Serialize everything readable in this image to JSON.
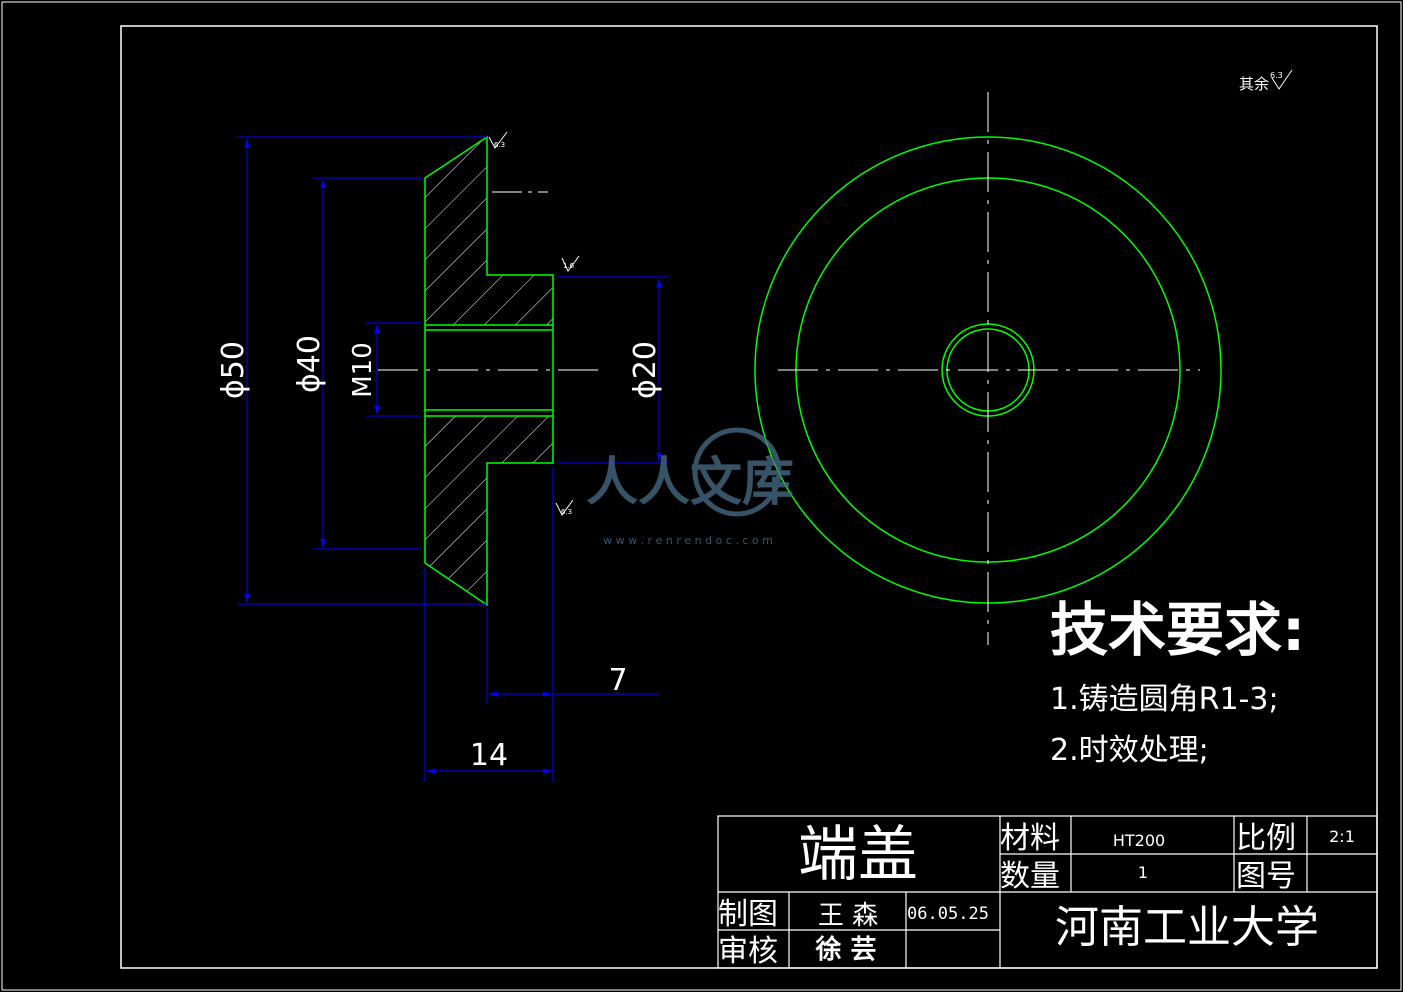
{
  "roughness_note": "其余",
  "roughness_note_value": "6.3",
  "roughness_marks": {
    "top_chamfer": "6.3",
    "shoulder": "1.6",
    "bottom": "6.3"
  },
  "dimensions": {
    "d50": "ϕ50",
    "d40": "ϕ40",
    "m10": "M10",
    "d20": "ϕ20",
    "len7": "7",
    "len14": "14"
  },
  "tech_requirements": {
    "title": "技术要求:",
    "items": [
      "1.铸造圆角R1-3;",
      "2.时效处理;"
    ]
  },
  "title_block": {
    "part_name": "端盖",
    "material_label": "材料",
    "material_value": "HT200",
    "scale_label": "比例",
    "scale_value": "2:1",
    "quantity_label": "数量",
    "quantity_value": "1",
    "drawing_no_label": "图号",
    "drawing_no_value": "",
    "drawn_label": "制图",
    "drawn_by": "王 森",
    "date": "06.05.25",
    "checked_label": "审核",
    "checked_by": "徐 芸",
    "institution": "河南工业大学"
  },
  "watermark": {
    "text": "人人文库",
    "url": "w w w . r e n r e n d o c . c o m"
  },
  "colors": {
    "background": "#000000",
    "frame": "#ffffff",
    "outline": "#00ff00",
    "dimension": "#0000ff",
    "text": "#ffffff",
    "watermark": "#4a6f8a"
  }
}
